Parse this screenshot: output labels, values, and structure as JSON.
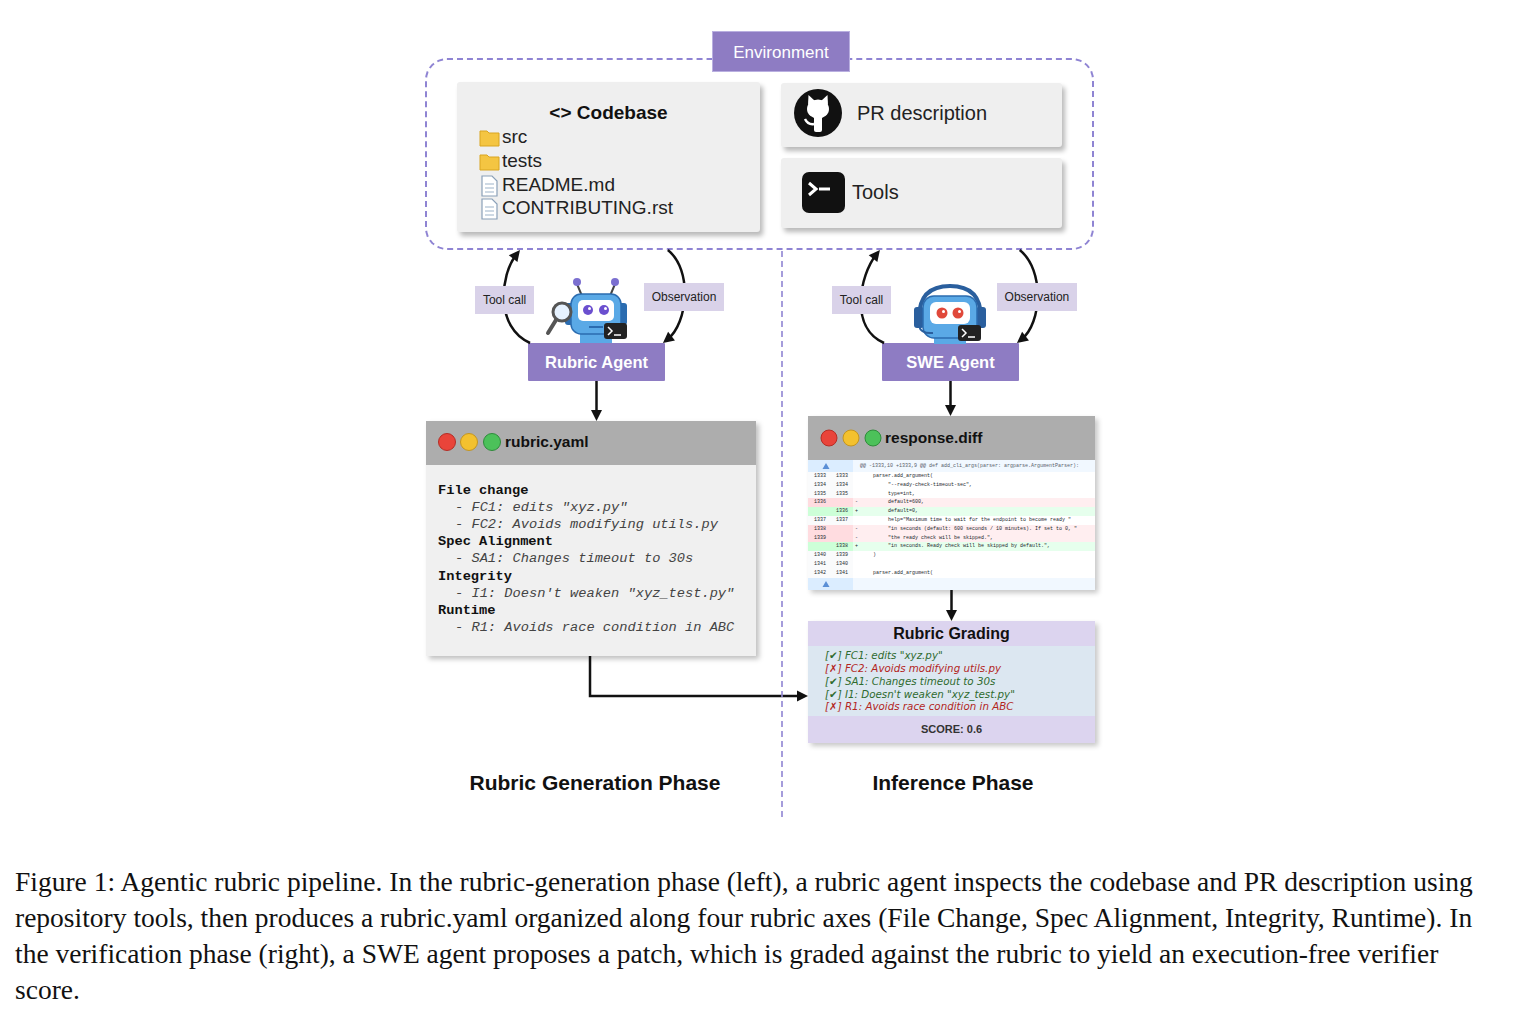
{
  "diagram": {
    "caption": "Figure 1: Agentic rubric pipeline. In the rubric-generation phase (left), a rubric agent inspects the codebase and PR description using repository tools, then produces a rubric.yaml organized along four rubric axes (File Change, Spec Alignment, Integrity, Runtime). In the verification phase (right), a SWE agent proposes a patch, which is graded against the rubric to yield an execution-free verifier score.",
    "nodes": [
      {
        "text": [
          "Environment"
        ]
      },
      {
        "text": [
          "<> Codebase",
          "src",
          "tests",
          "README.md",
          "CONTRIBUTING.rst"
        ],
        "in": 0
      },
      {
        "text": [
          "PR description"
        ],
        "in": 0
      },
      {
        "text": [
          "Tools"
        ],
        "in": 0
      },
      {
        "text": [
          "Rubric Agent"
        ]
      },
      {
        "text": [
          "SWE Agent"
        ]
      },
      {
        "text": [
          "rubric.yaml",
          "File change",
          "- FC1: edits \"xyz.py\"",
          "- FC2: Avoids modifying utils.py",
          "Spec Alignment",
          "- SA1: Changes timeout to 30s",
          "Integrity",
          "- I1: Doesn't weaken \"xyz_test.py\"",
          "Runtime",
          "- R1: Avoids race condition in ABC"
        ]
      },
      {
        "text": [
          "response.diff",
          "@@ -1333,10 +1333,9 @@ def add_cli_args(parser: argparse.ArgumentParser):",
          "1333",
          "1333",
          "parser.add_argument(",
          "1334",
          "1334",
          "\"--ready-check-timeout-sec\",",
          "1335",
          "1335",
          "type=int,",
          "1336",
          "-",
          "default=600,",
          "1336",
          "+",
          "default=0,",
          "1337",
          "1337",
          "help=\"Maximum time to wait for the endpoint to become ready \"",
          "1338",
          "-",
          "\"in seconds (default: 600 seconds / 10 minutes). If set to 0, \"",
          "1339",
          "-",
          "\"the ready check will be skipped.\",",
          "1338",
          "+",
          "\"in seconds. Ready check will be skipped by default.\",",
          "1340",
          "1339",
          ")",
          "1341",
          "1340",
          "1342",
          "1341",
          "parser.add_argument("
        ]
      },
      {
        "text": [
          "Rubric Grading",
          "[✔] FC1: edits \"xyz.py\"",
          "[✗] FC2: Avoids modifying utils.py",
          "[✔] SA1: Changes timeout to 30s",
          "[✔] I1: Doesn't weaken \"xyz_test.py\"",
          "[✗] R1: Avoids race condition in ABC",
          "SCORE: 0.6"
        ]
      }
    ],
    "edges": [
      {
        "from": 4,
        "to": 0,
        "label": "Tool call",
        "arrow": "to"
      },
      {
        "from": 0,
        "to": 4,
        "label": "Observation",
        "arrow": "to"
      },
      {
        "from": 5,
        "to": 0,
        "label": "Tool call",
        "arrow": "to"
      },
      {
        "from": 0,
        "to": 5,
        "label": "Observation",
        "arrow": "to"
      },
      {
        "from": 4,
        "to": 6,
        "arrow": "to"
      },
      {
        "from": 5,
        "to": 7,
        "arrow": "to"
      },
      {
        "from": 7,
        "to": 8,
        "arrow": "to"
      },
      {
        "from": 6,
        "to": 8,
        "arrow": "to"
      }
    ],
    "labels": [
      "Rubric Generation Phase",
      "Inference Phase"
    ]
  }
}
